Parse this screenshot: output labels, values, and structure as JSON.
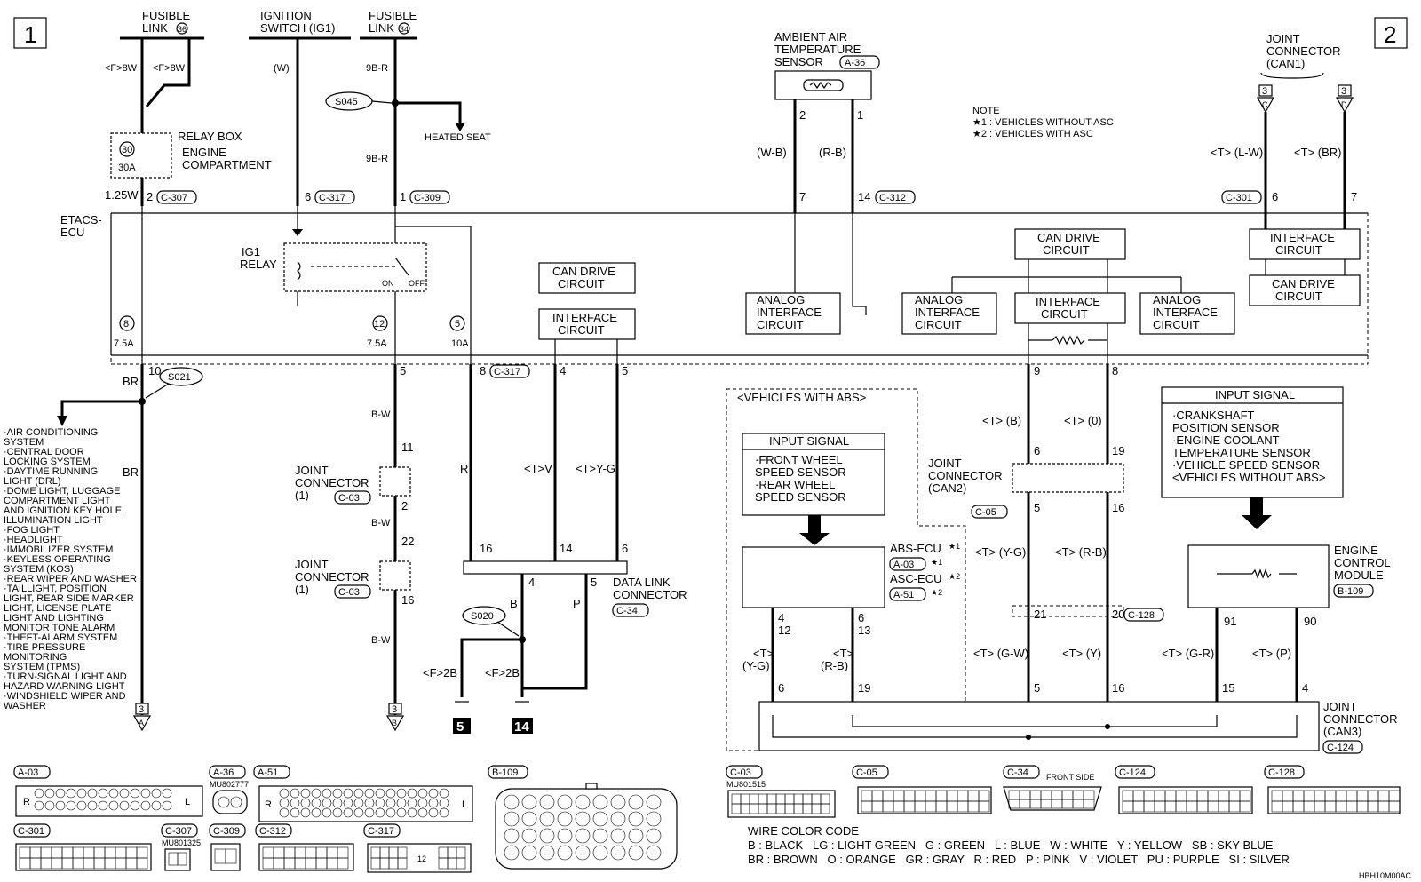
{
  "page_markers": {
    "left": "1",
    "right": "2"
  },
  "footer_code": "HBH10M00AC",
  "power": {
    "fusible36": [
      "FUSIBLE",
      "LINK",
      "36"
    ],
    "ignition": [
      "IGNITION",
      "SWITCH (IG1)"
    ],
    "fusible34": [
      "FUSIBLE",
      "LINK",
      "34"
    ],
    "f8w_a": "<F>8W",
    "f8w_b": "<F>8W",
    "w": "(W)",
    "b9r_1": "9B-R",
    "b9r_2": "9B-R",
    "s045": "S045",
    "heated_seat": "HEATED SEAT"
  },
  "relay_box": {
    "fuse_no": "30",
    "amp": "30A",
    "label": [
      "RELAY BOX",
      "ENGINE",
      "COMPARTMENT"
    ],
    "wire": "1.25W"
  },
  "etacs": {
    "label": [
      "ETACS-",
      "ECU"
    ],
    "pins_top": [
      {
        "pin": "2",
        "conn": "C-307"
      },
      {
        "pin": "6",
        "conn": "C-317"
      },
      {
        "pin": "1",
        "conn": "C-309"
      }
    ],
    "ig1_relay": [
      "IG1",
      "RELAY"
    ],
    "on": "ON",
    "off": "OFF",
    "fuses": [
      {
        "no": "8",
        "amp": "7.5A"
      },
      {
        "no": "12",
        "amp": "7.5A"
      },
      {
        "no": "5",
        "amp": "10A"
      }
    ],
    "can_drive": [
      "CAN DRIVE",
      "CIRCUIT"
    ],
    "interface": [
      "INTERFACE",
      "CIRCUIT"
    ],
    "pins_bottom": [
      "10",
      "5",
      "8",
      "4",
      "5"
    ],
    "c317": "C-317"
  },
  "left_branch": {
    "br1": "BR",
    "br2": "BR",
    "s021": "S021",
    "systems": [
      "·AIR CONDITIONING",
      " SYSTEM",
      "·CENTRAL DOOR",
      " LOCKING SYSTEM",
      "·DAYTIME RUNNING",
      " LIGHT (DRL)",
      "·DOME LIGHT, LUGGAGE",
      " COMPARTMENT LIGHT",
      " AND IGNITION KEY HOLE",
      " ILLUMINATION LIGHT",
      "·FOG LIGHT",
      "·HEADLIGHT",
      "·IMMOBILIZER SYSTEM",
      "·KEYLESS OPERATING",
      " SYSTEM (KOS)",
      "·REAR WIPER AND WASHER",
      "·TAILLIGHT, POSITION",
      " LIGHT, REAR SIDE MARKER",
      " LIGHT, LICENSE PLATE",
      " LIGHT AND LIGHTING",
      " MONITOR TONE ALARM",
      "·THEFT-ALARM SYSTEM",
      "·TIRE PRESSURE",
      " MONITORING",
      " SYSTEM (TPMS)",
      "·TURN-SIGNAL LIGHT AND",
      " HAZARD WARNING LIGHT",
      "·WINDSHIELD WIPER AND",
      " WASHER"
    ],
    "arrow_num": "3",
    "arrow_letter": "A"
  },
  "middle_branch": {
    "bw1": "B-W",
    "bw2": "B-W",
    "bw3": "B-W",
    "jc": [
      "JOINT",
      "CONNECTOR",
      "(1)"
    ],
    "c03": "C-03",
    "pins": [
      "11",
      "2",
      "22",
      "16"
    ],
    "arrow_num": "3",
    "arrow_letter": "B"
  },
  "dlc": {
    "r": "R",
    "tv": "<T>V",
    "tyg": "<T>Y-G",
    "pins_top": [
      "16",
      "14",
      "6"
    ],
    "pins_bottom": [
      "4",
      "5"
    ],
    "label": [
      "DATA LINK",
      "CONNECTOR"
    ],
    "conn": "C-34",
    "b": "B",
    "p": "P",
    "s020": "S020",
    "f2b_1": "<F>2B",
    "f2b_2": "<F>2B",
    "ground1": "5",
    "ground2": "14"
  },
  "ambient": {
    "label": [
      "AMBIENT AIR",
      "TEMPERATURE",
      "SENSOR"
    ],
    "conn": "A-36",
    "pins_top": [
      "2",
      "1"
    ],
    "wires": [
      "(W-B)",
      "(R-B)"
    ],
    "pins_bottom": [
      "7",
      "14"
    ],
    "c312": "C-312",
    "analog": [
      "ANALOG",
      "INTERFACE",
      "CIRCUIT"
    ]
  },
  "note": {
    "title": "NOTE",
    "l1": "★1 : VEHICLES WITHOUT ASC",
    "l2": "★2 : VEHICLES WITH ASC"
  },
  "can1": {
    "label": [
      "JOINT",
      "CONNECTOR",
      "(CAN1)"
    ],
    "pins": [
      "3",
      "3"
    ],
    "letters": [
      "C",
      "D"
    ],
    "wires": [
      "<T> (L-W)",
      "<T> (BR)"
    ],
    "c301": "C-301",
    "pins_bottom": [
      "6",
      "7"
    ],
    "interface": [
      "INTERFACE",
      "CIRCUIT"
    ],
    "can_drive": [
      "CAN DRIVE",
      "CIRCUIT"
    ]
  },
  "can_center": {
    "can_drive": [
      "CAN DRIVE",
      "CIRCUIT"
    ],
    "interface": [
      "INTERFACE",
      "CIRCUIT"
    ],
    "analog": [
      "ANALOG",
      "INTERFACE",
      "CIRCUIT"
    ],
    "pins": [
      "9",
      "8"
    ],
    "wires1": [
      "<T> (B)",
      "<T> (0)"
    ],
    "jpins1": [
      "6",
      "19"
    ],
    "can2": [
      "JOINT",
      "CONNECTOR",
      "(CAN2)"
    ],
    "c05": "C-05",
    "jpins2": [
      "5",
      "16"
    ],
    "wires2": [
      "<T> (Y-G)",
      "<T> (R-B)"
    ],
    "pins3": [
      "21",
      "20"
    ],
    "c128": "C-128",
    "wires3": [
      "<T> (G-W)",
      "<T> (Y)"
    ],
    "pins4": [
      "5",
      "16"
    ]
  },
  "abs": {
    "frame_label": "<VEHICLES WITH ABS>",
    "input_title": "INPUT SIGNAL",
    "inputs": [
      "·FRONT WHEEL",
      " SPEED SENSOR",
      "·REAR WHEEL",
      " SPEED SENSOR"
    ],
    "abs_ecu": "ABS-ECU",
    "a03": "A-03",
    "asc_ecu": "ASC-ECU",
    "a51": "A-51",
    "star1": "★1",
    "star2": "★2",
    "pins_a": [
      "4",
      "12"
    ],
    "pins_b": [
      "6",
      "13"
    ],
    "wires": [
      "<T>",
      "(Y-G)",
      "<T>",
      "(R-B)"
    ],
    "jpins": [
      "6",
      "19"
    ]
  },
  "ecm": {
    "input_title": "INPUT SIGNAL",
    "inputs": [
      "·CRANKSHAFT",
      " POSITION SENSOR",
      "·ENGINE COOLANT",
      " TEMPERATURE SENSOR",
      "·VEHICLE SPEED SENSOR",
      " <VEHICLES WITHOUT ABS>"
    ],
    "label": [
      "ENGINE",
      "CONTROL",
      "MODULE"
    ],
    "conn": "B-109",
    "pins": [
      "91",
      "90"
    ],
    "wires": [
      "<T> (G-R)",
      "<T> (P)"
    ],
    "jpins": [
      "15",
      "4"
    ]
  },
  "can3": {
    "label": [
      "JOINT",
      "CONNECTOR",
      "(CAN3)"
    ],
    "conn": "C-124"
  },
  "connectors": {
    "a03": "A-03",
    "a36": "A-36",
    "a36_part": "MU802777",
    "a51": "A-51",
    "b109": "B-109",
    "c301": "C-301",
    "c307": "C-307",
    "c307_part": "MU801325",
    "c309": "C-309",
    "c312": "C-312",
    "c317": "C-317",
    "c03": "C-03",
    "c03_part": "MU801515",
    "c05": "C-05",
    "c34": "C-34",
    "front_side": "FRONT SIDE",
    "c124": "C-124",
    "c128": "C-128",
    "r": "R",
    "l": "L",
    "c317_mid": "12"
  },
  "wire_code": {
    "title": "WIRE COLOR CODE",
    "row1": "B : BLACK   LG : LIGHT GREEN   G : GREEN   L : BLUE   W : WHITE   Y : YELLOW   SB : SKY BLUE",
    "row2": "BR : BROWN   O : ORANGE   GR : GRAY   R : RED   P : PINK   V : VIOLET   PU : PURPLE   SI : SILVER"
  }
}
